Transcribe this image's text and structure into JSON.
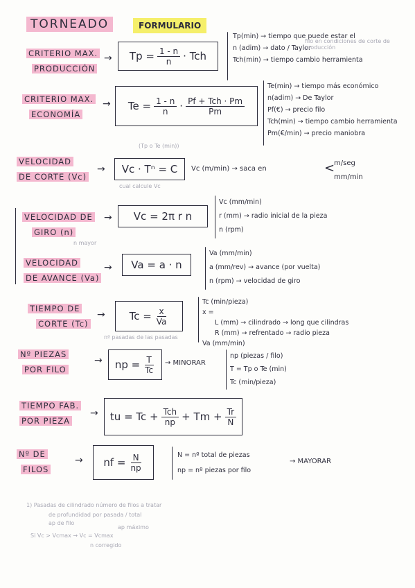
{
  "header": {
    "title": "TORNEADO",
    "formulario": "FORMULARIO"
  },
  "arrow": "→",
  "sections": {
    "cmp": {
      "label": [
        "CRITERIO MAX.",
        "PRODUCCIÓN"
      ],
      "lhs": "Tp =",
      "num": "1 - n",
      "den": "n",
      "tail": "· Tch",
      "notes": [
        "Tp(min) → tiempo que puede estar el",
        "n (adim) → dato / Taylor",
        "Tch(min) → tiempo cambio herramienta"
      ],
      "faint": "filo en condiciones de corte de producción"
    },
    "cme": {
      "label": [
        "CRITERIO MAX.",
        "ECONOMÍA"
      ],
      "lhs": "Te =",
      "num1": "1 - n",
      "den1": "n",
      "dot": "·",
      "num2": "Pf + Tch · Pm",
      "den2": "Pm",
      "notes": [
        "Te(min) → tiempo más económico",
        "n(adim) → De Taylor",
        "Pf(€) → precio filo",
        "Tch(min) → tiempo cambio herramienta",
        "Pm(€/min) → precio maniobra"
      ],
      "faint": "(Tp o Te (min))"
    },
    "vc": {
      "label": [
        "VELOCIDAD",
        "DE CORTE (Vc)"
      ],
      "formula": "Vc · Tⁿ = C",
      "result": "Vc (m/min) → saca en",
      "units": [
        "m/seg",
        "mm/min"
      ],
      "faint": "cual calcule Vc"
    },
    "vg": {
      "label": [
        "VELOCIDAD DE",
        "GIRO (n)"
      ],
      "formula": "Vc = 2π r n",
      "notes": [
        "Vc (mm/min)",
        "r (mm) → radio inicial de la pieza",
        "n (rpm)"
      ],
      "faint": "n mayor"
    },
    "va": {
      "label": [
        "VELOCIDAD",
        "DE AVANCE (Va)"
      ],
      "formula": "Va = a · n",
      "notes": [
        "Va (mm/min)",
        "a (mm/rev) → avance (por vuelta)",
        "n (rpm) → velocidad de giro"
      ]
    },
    "tc": {
      "label": [
        "TIEMPO DE",
        "CORTE (Tc)"
      ],
      "lhs": "Tc =",
      "num": "x",
      "den": "Va",
      "notes": [
        "Tc (min/pieza)",
        "x =",
        "L (mm) → cilindrado → long que cilindras",
        "R (mm) → refrentado → radio pieza",
        "Va (mm/min)"
      ],
      "faint": "nº pasadas de las pasadas"
    },
    "np": {
      "label": [
        "Nº PIEZAS",
        "POR FILO"
      ],
      "lhs": "np =",
      "num": "T",
      "den": "Tc",
      "result": "→ MINORAR",
      "notes": [
        "np (piezas / filo)",
        "T = Tp o Te (min)",
        "Tc (min/pieza)"
      ]
    },
    "tu": {
      "label": [
        "TIEMPO FAB.",
        "POR PIEZA"
      ],
      "lhs": "tu = Tc +",
      "num1": "Tch",
      "den1": "np",
      "mid": "+ Tm +",
      "num2": "Tr",
      "den2": "N"
    },
    "nf": {
      "label": [
        "Nº DE",
        "FILOS"
      ],
      "lhs": "nf =",
      "num": "N",
      "den": "np",
      "notes": [
        "N = nº total de piezas",
        "np = nº piezas por filo"
      ],
      "result": "→ MAYORAR"
    }
  },
  "footer_faint": [
    "1) Pasadas de cilindrado número de filos a tratar",
    "de profundidad por pasada / total",
    "ap de filo",
    "Si Vc > Vcmax → Vc = Vcmax",
    "ap máximo",
    "n corregido"
  ]
}
